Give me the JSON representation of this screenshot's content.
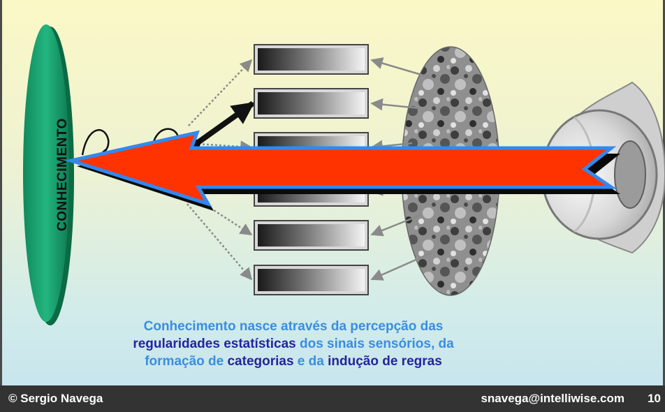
{
  "diagram": {
    "vertical_label": "CONHECIMENTO"
  },
  "caption": {
    "parts": [
      {
        "text": "Conhecimento nasce através da percepção das",
        "tone": "light"
      },
      {
        "text": "regularidades estatísticas",
        "tone": "dark"
      },
      {
        "text": " dos sinais sensórios, da ",
        "tone": "light"
      },
      {
        "text": "formação de ",
        "tone": "light"
      },
      {
        "text": "categorias",
        "tone": "dark"
      },
      {
        "text": " e da ",
        "tone": "light"
      },
      {
        "text": "indução de regras",
        "tone": "dark"
      }
    ]
  },
  "footer": {
    "copyright": "© Sergio Navega",
    "email": "snavega@intelliwise.com",
    "page_number": "10"
  },
  "colors": {
    "light_text": "#3a8de0",
    "dark_text": "#2424a0",
    "arrow_fill": "#ff3300",
    "arrow_outline": "#3388ee",
    "lens": "#1aa873",
    "footer_bg": "#333333"
  }
}
